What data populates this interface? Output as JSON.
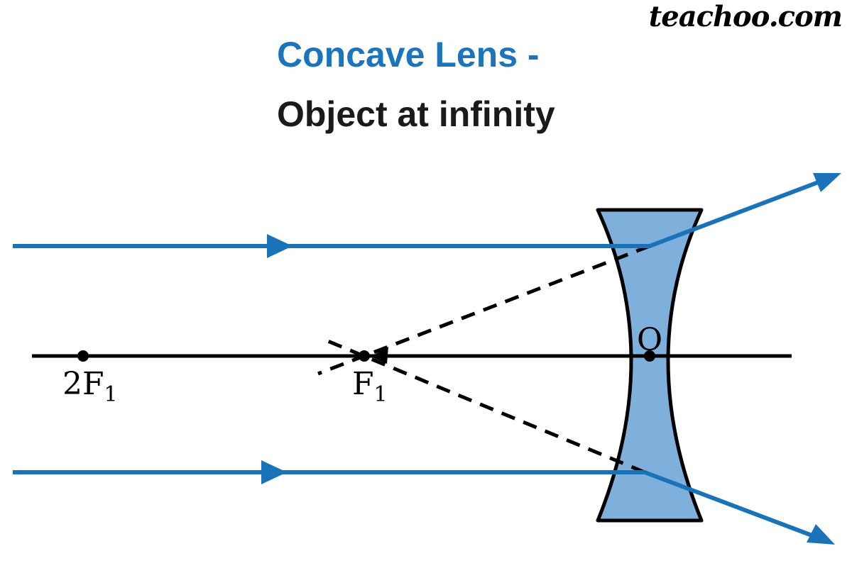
{
  "logo": {
    "text": "teachoo.com"
  },
  "header": {
    "title": "Concave Lens -",
    "subtitle": "Object at infinity"
  },
  "colors": {
    "ray_blue": "#1a72b8",
    "lens_fill": "#7fb0dc",
    "line_black": "#000000",
    "title_blue": "#1b75bc"
  },
  "diagram": {
    "labels": {
      "optical_center": "O",
      "focus_base": "F",
      "focus_sub": "1",
      "double_focus_base": "2F",
      "double_focus_sub": "1"
    }
  }
}
